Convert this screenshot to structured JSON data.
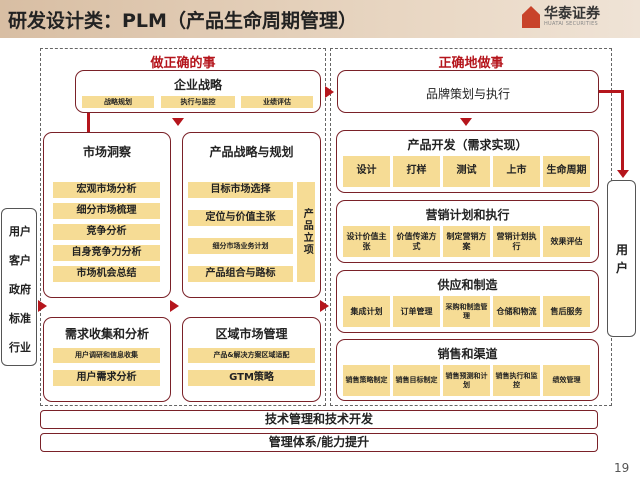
{
  "header": {
    "title": "研发设计类：PLM（产品生命周期管理）",
    "logo_cn": "华泰证券",
    "logo_en": "HUATAI SECURITIES"
  },
  "left_section": {
    "title": "做正确的事",
    "enterprise": {
      "title": "企业战略",
      "items": [
        "战略规划",
        "执行与监控",
        "业绩评估"
      ]
    },
    "market": {
      "title": "市场洞察",
      "items": [
        "宏观市场分析",
        "细分市场梳理",
        "竞争分析",
        "自身竞争力分析",
        "市场机会总结"
      ]
    },
    "product_strategy": {
      "title": "产品战略与规划",
      "items": [
        "目标市场选择",
        "定位与价值主张",
        "细分市场业务计划",
        "产品组合与路标"
      ],
      "side": "产品立项"
    },
    "demand": {
      "title": "需求收集和分析",
      "items": [
        "用户调研和信息收集",
        "用户需求分析"
      ]
    },
    "regional": {
      "title": "区域市场管理",
      "items": [
        "产品&解决方案区域适配",
        "GTM策略"
      ]
    }
  },
  "right_section": {
    "title": "正确地做事",
    "brand": "品牌策划与执行",
    "blocks": [
      {
        "title": "产品开发（需求实现）",
        "items": [
          "设计",
          "打样",
          "测试",
          "上市",
          "生命周期"
        ]
      },
      {
        "title": "营销计划和执行",
        "items": [
          "设计价值主张",
          "价值传递方式",
          "制定营销方案",
          "营销计划执行",
          "效果评估"
        ]
      },
      {
        "title": "供应和制造",
        "items": [
          "集成计划",
          "订单管理",
          "采购和制造管理",
          "仓储和物流",
          "售后服务"
        ]
      },
      {
        "title": "销售和渠道",
        "items": [
          "销售策略制定",
          "销售目标制定",
          "销售预测和计划",
          "销售执行和监控",
          "绩效管理"
        ]
      }
    ]
  },
  "left_user": "用户客户政府标准行业",
  "right_user": "用户",
  "bottom": [
    "技术管理和技术开发",
    "管理体系/能力提升"
  ],
  "page_number": "19",
  "colors": {
    "accent": "#b5151c",
    "item": "#f6dc95",
    "border": "#7a2128"
  }
}
